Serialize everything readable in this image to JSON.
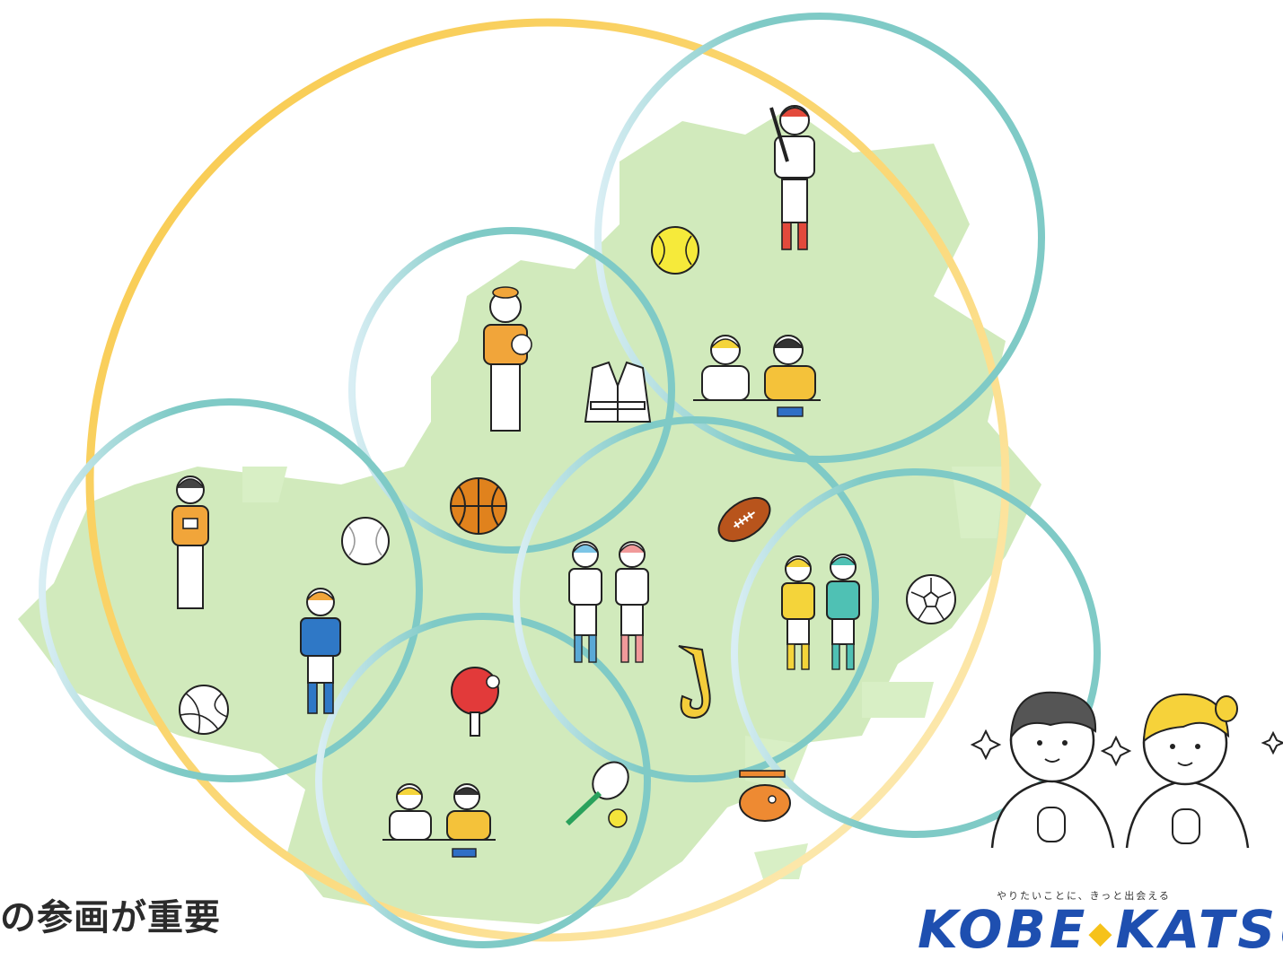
{
  "caption": "の参画が重要",
  "logo": {
    "tagline": "やりたいことに、きっと出会える",
    "word1": "KOBE",
    "word2": "KATSU",
    "diamond": "◆"
  },
  "colors": {
    "teal_ring": "#7fcac6",
    "yellow_ring": "#f9d46a",
    "map_green": "#cfe9b8",
    "logo_blue": "#1e4fb0",
    "logo_yellow": "#f6c21a"
  },
  "icons": [
    "softball-icon",
    "baseball-icon",
    "basketball-icon",
    "judo-gi-icon",
    "volleyball-icon",
    "soccer-ball-icon",
    "rugby-ball-icon",
    "table-tennis-icon",
    "tennis-icon",
    "saxophone-icon",
    "paint-palette-icon",
    "camera-person-icon",
    "baseball-player-icon",
    "soccer-player-icon",
    "painter-person-icon",
    "study-pair-icon",
    "sparkle-icon",
    "boy-face-icon",
    "girl-face-icon"
  ]
}
